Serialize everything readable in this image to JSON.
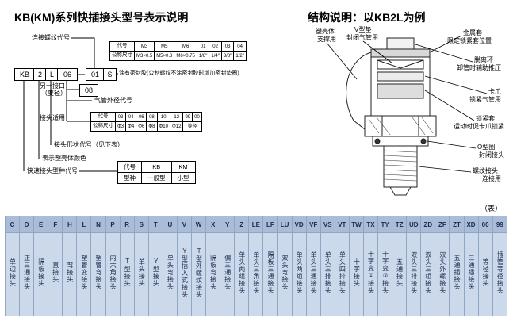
{
  "page": {
    "left_title": "KB(KM)系列快插接头型号表示说明",
    "right_title": "结构说明：以KB2L为例",
    "table_note": "（表）"
  },
  "model_code": {
    "boxes": [
      "KB",
      "2",
      "L",
      "06",
      "01",
      "S"
    ],
    "dash": "—",
    "alt_box": "08"
  },
  "labels": {
    "thread": "连接螺纹代号",
    "sealant": "涂有密封胶(公制螺纹不涂密封胶时增加密封垫圈)",
    "alt_port_line1": "另一接口",
    "alt_port_line2": "（变径）",
    "tube_od": "气管外径代号",
    "fit_apply": "接头适用",
    "shape": "接头形状代号（见下表）",
    "color": "表示塑壳体颜色",
    "series": "快速接头型种代号"
  },
  "thread_table": {
    "row1_label": "代号",
    "row2_label": "公称尺寸",
    "codes": [
      "M3",
      "M5",
      "M6",
      "01",
      "02",
      "03",
      "04"
    ],
    "sizes": [
      "M3×0.5",
      "M5×0.8",
      "M6×0.75",
      "1/8\"",
      "1/4\"",
      "3/8\"",
      "1/2\""
    ]
  },
  "diameter_table": {
    "row1_label": "代号",
    "row2_label": "公称尺寸",
    "codes": [
      "03",
      "04",
      "06",
      "08",
      "10",
      "12",
      "99",
      "00"
    ],
    "sizes": [
      "Φ3",
      "Φ4",
      "Φ6",
      "Φ8",
      "Φ10",
      "Φ12",
      "等径"
    ]
  },
  "type_table": {
    "header": [
      "代号",
      "KB",
      "KM"
    ],
    "row": [
      "型种",
      "一般型",
      "小型"
    ]
  },
  "structure": {
    "parts": [
      {
        "name": "塑壳体",
        "desc": "支撑用"
      },
      {
        "name": "V型垫",
        "desc": "封闭气管用"
      },
      {
        "name": "金属套",
        "desc": "限定锁紧套位置"
      },
      {
        "name": "脱离环",
        "desc": "卸管时辅助推压"
      },
      {
        "name": "卡爪",
        "desc": "锁紧气管用"
      },
      {
        "name": "锁紧套",
        "desc": "运动时促卡爪锁紧"
      },
      {
        "name": "O型圈",
        "desc": "封闭接头"
      },
      {
        "name": "螺纹接头",
        "desc": "连接用"
      }
    ]
  },
  "shape_table": {
    "items": [
      {
        "code": "C",
        "desc": "单边接头"
      },
      {
        "code": "D",
        "desc": "正三通接头"
      },
      {
        "code": "E",
        "desc": "隔板接头"
      },
      {
        "code": "F",
        "desc": "直接头"
      },
      {
        "code": "H",
        "desc": "弯接头"
      },
      {
        "code": "L",
        "desc": "塑管变接头"
      },
      {
        "code": "N",
        "desc": "塑管弯接头"
      },
      {
        "code": "P",
        "desc": "内六角接头"
      },
      {
        "code": "R",
        "desc": "T型接头"
      },
      {
        "code": "S",
        "desc": "单头接头"
      },
      {
        "code": "T",
        "desc": "Y型接头"
      },
      {
        "code": "U",
        "desc": "单头弯接头"
      },
      {
        "code": "V",
        "desc": "Y型插入式接头"
      },
      {
        "code": "W",
        "desc": "T型外螺纹接头"
      },
      {
        "code": "X",
        "desc": "隔板弯接头"
      },
      {
        "code": "Y",
        "desc": "偏三通接头"
      },
      {
        "code": "Z",
        "desc": "单头两组接头"
      },
      {
        "code": "LE",
        "desc": "单头三角接头"
      },
      {
        "code": "LF",
        "desc": "隔板三通接头"
      },
      {
        "code": "LU",
        "desc": "双头弯接头"
      },
      {
        "code": "VD",
        "desc": "单头两组接头"
      },
      {
        "code": "VF",
        "desc": "单头三通接头"
      },
      {
        "code": "VS",
        "desc": "单头三排接头"
      },
      {
        "code": "VT",
        "desc": "单头四排接头"
      },
      {
        "code": "TW",
        "desc": "十字接头"
      },
      {
        "code": "TX",
        "desc": "十字变①接头"
      },
      {
        "code": "TY",
        "desc": "十字变②接头"
      },
      {
        "code": "TZ",
        "desc": "五通接头"
      },
      {
        "code": "UD",
        "desc": "双头三排接头"
      },
      {
        "code": "ZD",
        "desc": "双头三组接头"
      },
      {
        "code": "ZF",
        "desc": "双头外螺接头"
      },
      {
        "code": "ZT",
        "desc": "五通插接头"
      },
      {
        "code": "XD",
        "desc": "三通插接头"
      },
      {
        "code": "00",
        "desc": "等径接头"
      },
      {
        "code": "99",
        "desc": "插管等径接头"
      }
    ]
  },
  "colors": {
    "table_header_bg": "#a9bcd8",
    "table_body_bg": "#cbd9ea",
    "table_border": "#8fa6c4",
    "table_text": "#1c2b52"
  }
}
